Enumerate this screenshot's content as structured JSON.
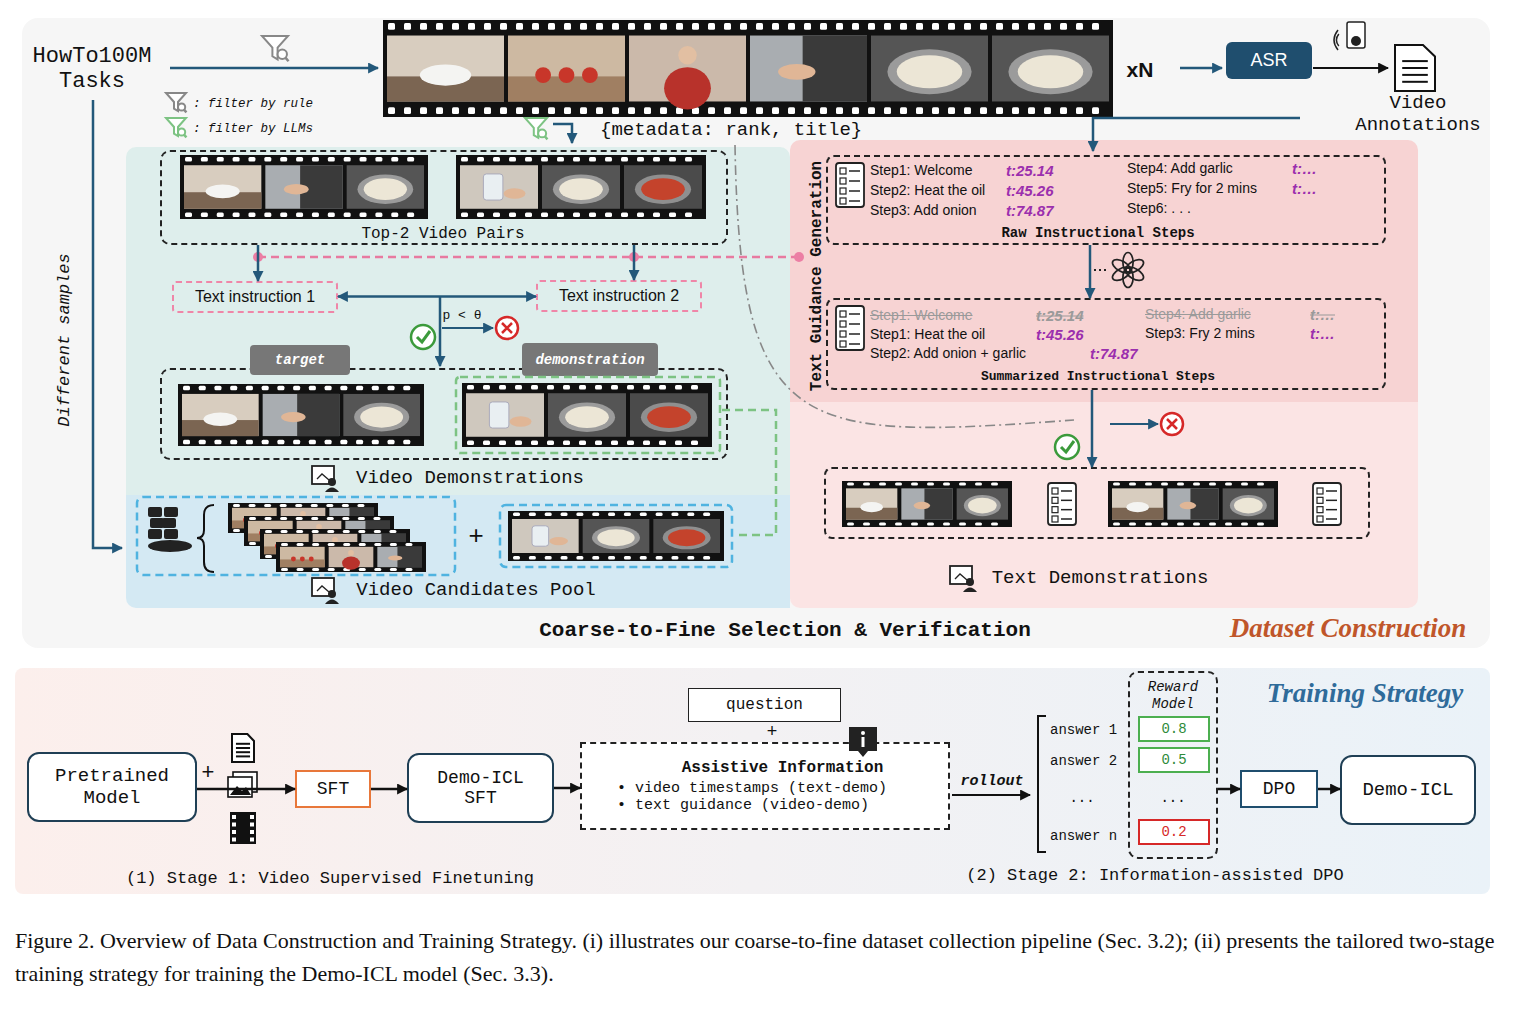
{
  "diagram": {
    "caption": "Figure 2. Overview of Data Construction and Training Strategy. (i) illustrates our coarse-to-fine dataset collection pipeline (Sec. 3.2); (ii) presents the tailored two-stage training strategy for training the Demo-ICL model (Sec. 3.3).",
    "nodes": [
      {
        "text": [
          "Coarse-to-Fine Selection & Verification",
          "Dataset Construction"
        ]
      },
      {
        "text": [
          "Top-2 Video Pairs"
        ],
        "in": 0
      },
      {
        "text": [
          "Text instruction 1"
        ],
        "in": 0
      },
      {
        "text": [
          "Text instruction 2"
        ],
        "in": 0
      },
      {
        "text": [
          "Video Demonstrations"
        ],
        "in": 0
      },
      {
        "text": [
          "target"
        ],
        "in": 4
      },
      {
        "text": [
          "demonstration"
        ],
        "in": 4
      },
      {
        "text": [
          "Video Candidates Pool"
        ],
        "in": 0
      },
      {
        "text": [
          "Text Guidance Generation"
        ],
        "in": 0
      },
      {
        "text": [
          "Step1: Welcome",
          "t:25.14",
          "Step2: Heat the oil",
          "t:45.26",
          "Step3: Add onion",
          "t:74.87",
          "Step4: Add garlic",
          "t:…",
          "Step5: Fry for 2 mins",
          "t:…",
          "Step6: . . .",
          "Raw Instructional Steps"
        ],
        "in": 8
      },
      {
        "text": [
          "Step1: Welcome",
          "t:25.14",
          "Step4: Add garlic",
          "t:…",
          "Step1: Heat the oil",
          "t:45.26",
          "Step3: Fry 2 mins",
          "t:…",
          "Step2: Add onion + garlic",
          "t:74.87",
          "Summarized Instructional Steps"
        ],
        "in": 8
      },
      {
        "text": [
          "Text Demonstrations"
        ],
        "in": 8
      },
      {
        "text": [
          "ASR"
        ],
        "in": 0
      },
      {
        "text": [
          "Training Strategy",
          "(1) Stage 1: Video Supervised Finetuning",
          "(2) Stage 2: Information-assisted DPO"
        ]
      },
      {
        "text": [
          "Pretrained Model"
        ],
        "in": 13
      },
      {
        "text": [
          "SFT"
        ],
        "in": 13
      },
      {
        "text": [
          "Demo-ICL SFT"
        ],
        "in": 13
      },
      {
        "text": [
          "question"
        ],
        "in": 13
      },
      {
        "text": [
          "Assistive Information",
          "• video timestamps (text-demo)",
          "• text guidance (video-demo)"
        ],
        "in": 13
      },
      {
        "text": [
          "Reward Model"
        ],
        "in": 13
      },
      {
        "text": [
          "0.8"
        ],
        "in": 19
      },
      {
        "text": [
          "0.5"
        ],
        "in": 19
      },
      {
        "text": [
          "0.2"
        ],
        "in": 19
      },
      {
        "text": [
          "DPO"
        ],
        "in": 13
      },
      {
        "text": [
          "Demo-ICL"
        ],
        "in": 13
      }
    ],
    "edges": [
      {
        "from": 1,
        "to": 2,
        "arrow": "to"
      },
      {
        "from": 1,
        "to": 3,
        "arrow": "to"
      },
      {
        "from": 2,
        "to": 3,
        "arrow": "both"
      },
      {
        "from": 9,
        "to": 10,
        "arrow": "to"
      },
      {
        "from": 10,
        "to": 11,
        "arrow": "to"
      },
      {
        "from": 14,
        "to": 15,
        "arrow": "to"
      },
      {
        "from": 15,
        "to": 16,
        "arrow": "to"
      },
      {
        "from": 16,
        "to": 18,
        "arrow": "to"
      },
      {
        "from": 19,
        "to": 23,
        "arrow": "to"
      },
      {
        "from": 23,
        "to": 24,
        "arrow": "to"
      }
    ],
    "labels": [
      "HowTo100M Tasks",
      "xN",
      "Video Annotations",
      "{metadata: rank, title}",
      "Different samples",
      "p < θ",
      "+",
      "+",
      "+",
      "rollout",
      "answer 1",
      "answer 2",
      "...",
      "answer n",
      "..."
    ],
    "legend": [
      {
        "text": ": filter by rule"
      },
      {
        "text": ": filter by LLMs"
      }
    ]
  }
}
